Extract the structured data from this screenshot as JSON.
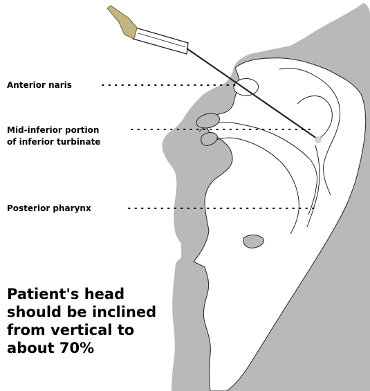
{
  "labels": {
    "anterior_naris": "Anterior naris",
    "turbinate_line1": "Mid-inferior portion",
    "turbinate_line2": "of inferior turbinate",
    "posterior_pharynx": "Posterior pharynx"
  },
  "instruction": {
    "line1": "Patient's head",
    "line2": "should be inclined",
    "line3": "from vertical to",
    "line4": "about 70%"
  },
  "colors": {
    "head_silhouette": "#b9b9b9",
    "swab_tip": "#c2b483",
    "target_dot": "#cfcfcf"
  }
}
